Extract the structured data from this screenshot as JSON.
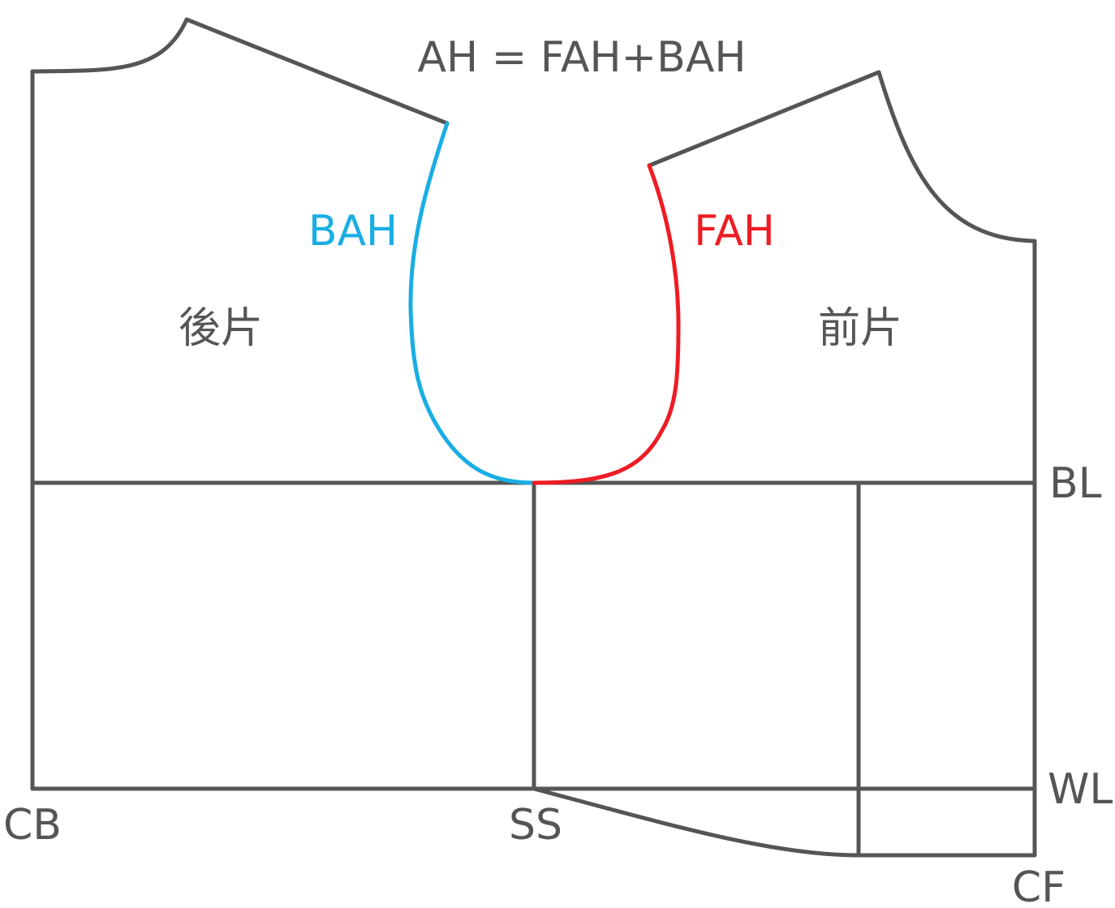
{
  "formula": "AH = FAH+BAH",
  "labels": {
    "back_armhole": "BAH",
    "front_armhole": "FAH",
    "back_piece": "後片",
    "front_piece": "前片",
    "bust_line": "BL",
    "waist_line": "WL",
    "center_back": "CB",
    "side_seam": "SS",
    "center_front": "CF"
  },
  "colors": {
    "outline": "#555555",
    "back_armhole": "#1AADE4",
    "front_armhole": "#EE1C24",
    "text": "#555555"
  }
}
